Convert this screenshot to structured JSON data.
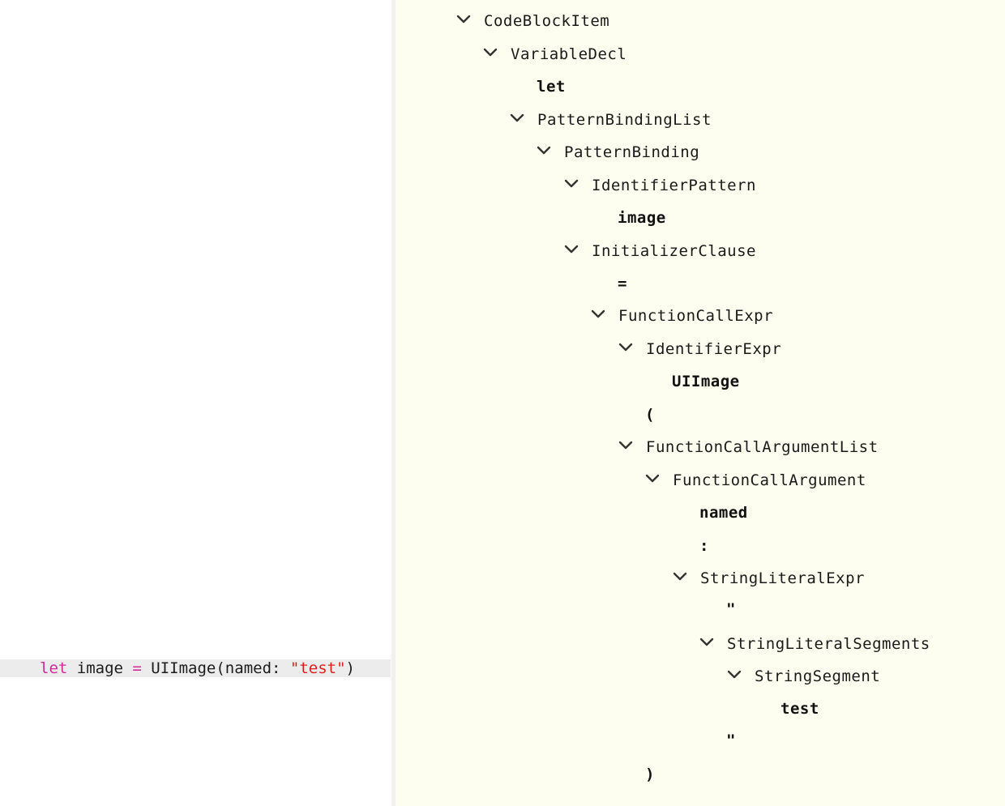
{
  "editor": {
    "code": {
      "keyword_let": "let",
      "identifier": " image ",
      "operator": "=",
      "call": " UIImage(named: ",
      "string": "\"test\"",
      "close": ")"
    }
  },
  "tree": {
    "nodes": {
      "codeblockitem": "CodeBlockItem",
      "variabledecl": "VariableDecl",
      "token_let": "let",
      "patternbindinglist": "PatternBindingList",
      "patternbinding": "PatternBinding",
      "identifierpattern": "IdentifierPattern",
      "token_image": "image",
      "initializerclause": "InitializerClause",
      "token_equal": "=",
      "functioncallexpr": "FunctionCallExpr",
      "identifierexpr": "IdentifierExpr",
      "token_uiimage": "UIImage",
      "token_lparen": "(",
      "functioncallargumentlist": "FunctionCallArgumentList",
      "functioncallargument": "FunctionCallArgument",
      "token_named": "named",
      "token_colon": ":",
      "stringliteralexpr": "StringLiteralExpr",
      "token_quote_open": "\"",
      "stringliteralsegments": "StringLiteralSegments",
      "stringsegment": "StringSegment",
      "token_test": "test",
      "token_quote_close": "\"",
      "token_rparen": ")"
    },
    "icons": {
      "expand": "chevron-down-icon"
    },
    "colors": {
      "panel_background": "#fdfdf0",
      "keyword": "#d22a9c",
      "string": "#e3201b",
      "selected_line": "#ececec"
    }
  }
}
